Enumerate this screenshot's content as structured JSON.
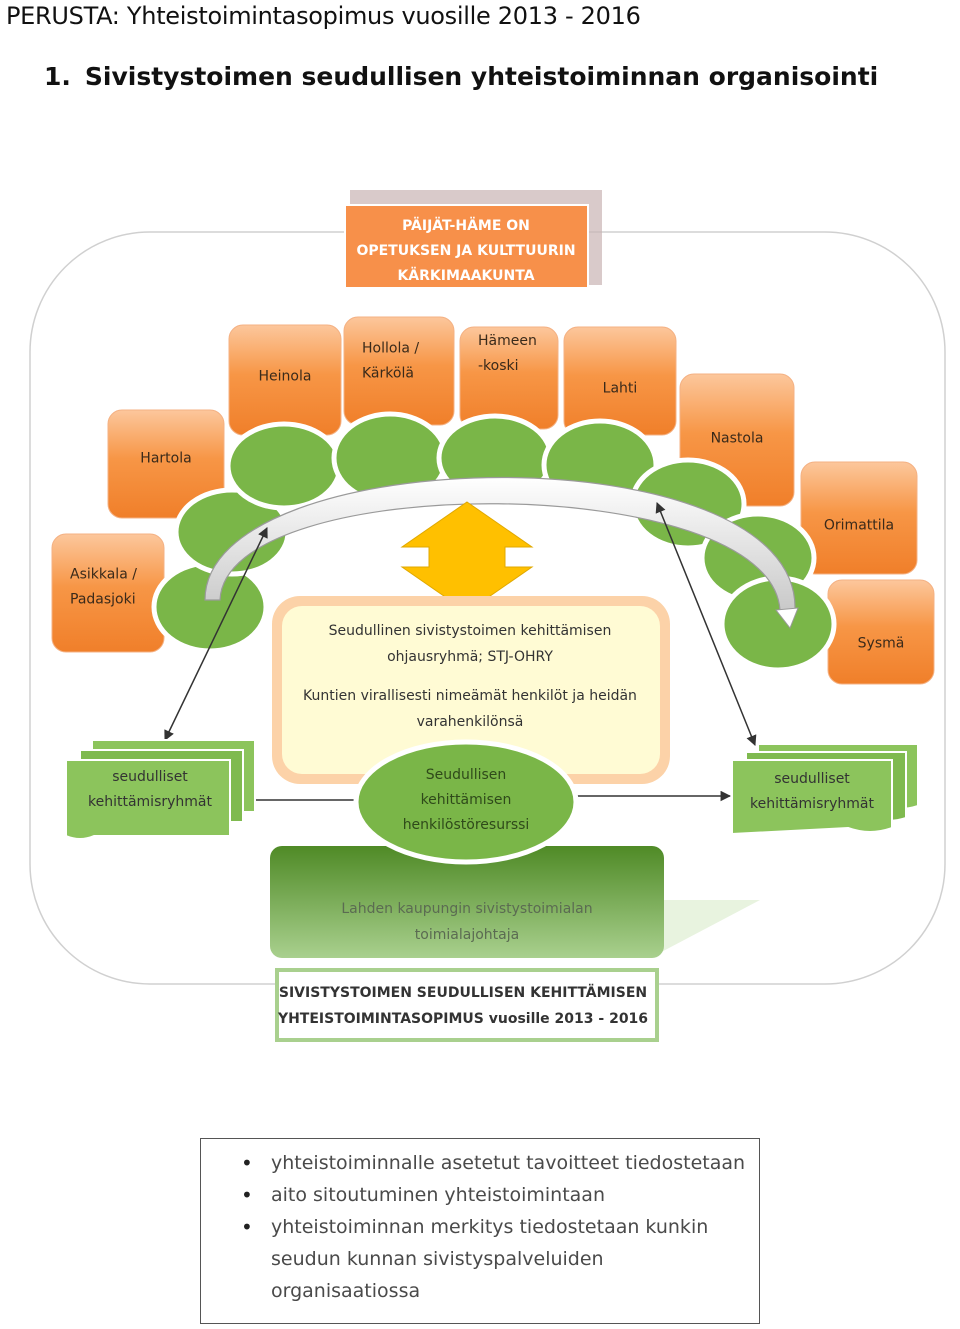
{
  "header": {
    "doc_title": "PERUSTA: Yhteistoimintasopimus vuosille 2013 - 2016",
    "section_number": "1.",
    "section_title": "Sivistystoimen seudullisen yhteistoiminnan organisointi"
  },
  "diagram": {
    "region_box": [
      "PÄIJÄT-HÄME ON",
      "OPETUKSEN JA KULTTUURIN",
      "KÄRKIMAAKUNTA"
    ],
    "municipalities": [
      {
        "lines": [
          "Asikkala /",
          "Padasjoki"
        ]
      },
      {
        "lines": [
          "Hartola"
        ]
      },
      {
        "lines": [
          "Heinola"
        ]
      },
      {
        "lines": [
          "Hollola /",
          "Kärkölä"
        ]
      },
      {
        "lines": [
          "Hämeen",
          "-koski"
        ]
      },
      {
        "lines": [
          "Lahti"
        ]
      },
      {
        "lines": [
          "Nastola"
        ]
      },
      {
        "lines": [
          "Orimattila"
        ]
      },
      {
        "lines": [
          "Sysmä"
        ]
      }
    ],
    "steering_group": {
      "title": [
        "Seudullinen sivistystoimen kehittämisen",
        "ohjausryhmä; STJ-OHRY"
      ],
      "body": [
        "Kuntien virallisesti nimeämät henkilöt ja heidän",
        "varahenkilönsä"
      ]
    },
    "resource": [
      "Seudullisen",
      "kehittämisen",
      "henkilöstöresurssi"
    ],
    "groups_left": [
      "seudulliset",
      "kehittämisryhmät"
    ],
    "groups_right": [
      "seudulliset",
      "kehittämisryhmät"
    ],
    "director": [
      "Lahden kaupungin sivistystoimialan",
      "toimialajohtaja"
    ],
    "agreement": [
      "SIVISTYSTOIMEN SEUDULLISEN KEHITTÄMISEN",
      "YHTEISTOIMINTASOPIMUS vuosille 2013 - 2016"
    ]
  },
  "bullets": [
    "yhteistoiminnalle asetetut tavoitteet tiedostetaan",
    "aito sitoutuminen yhteistoimintaan",
    "yhteistoiminnan merkitys tiedostetaan kunkin seudun kunnan sivistyspalveluiden organisaatiossa"
  ],
  "colors": {
    "orange": "#f79646",
    "green": "#7ab648",
    "dark_green": "#4f8a26",
    "yellow": "#ffc000",
    "cream": "#fffbd4"
  }
}
